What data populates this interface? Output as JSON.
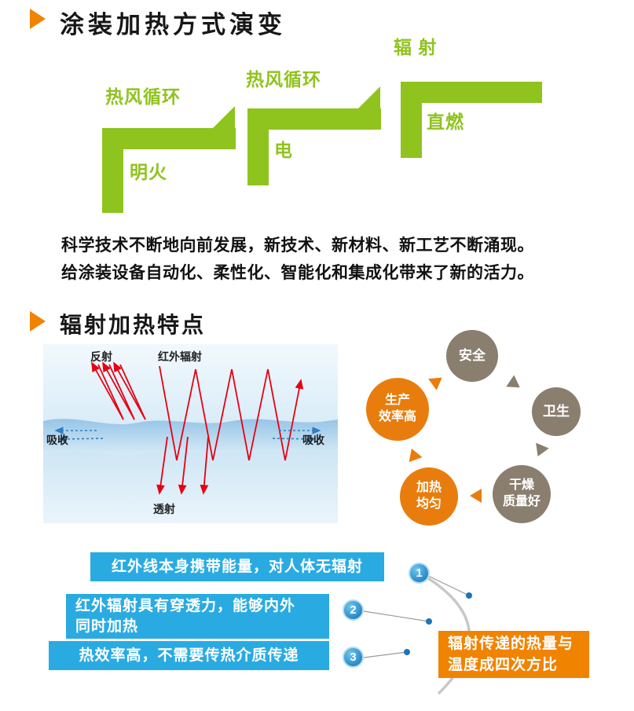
{
  "colors": {
    "step_green": "#8fc31e",
    "accent_orange": "#f08300",
    "point_blue": "#29abe2",
    "circle_brown": "#8a7e6e",
    "circle_orange": "#e87d0d"
  },
  "evolution": {
    "title": "涂装加热方式演变",
    "steps": [
      {
        "above": "热风循环",
        "label": "明火"
      },
      {
        "above": "热风循环",
        "label": "电"
      },
      {
        "above": "辐 射",
        "label": "直燃"
      }
    ],
    "paragraph": [
      "科学技术不断地向前发展，新技术、新材料、新工艺不断涌现。",
      "给涂装设备自动化、柔性化、智能化和集成化带来了新的活力。"
    ]
  },
  "radiation": {
    "title": "辐射加热特点",
    "ir_diagram": {
      "reflect": "反射",
      "infrared": "红外辐射",
      "absorb_left": "吸收",
      "absorb_right": "吸收",
      "transmit": "透射"
    },
    "cycle": [
      {
        "line1": "安全",
        "line2": ""
      },
      {
        "line1": "卫生",
        "line2": ""
      },
      {
        "line1": "干燥",
        "line2": "质量好"
      },
      {
        "line1": "加热",
        "line2": "均匀"
      },
      {
        "line1": "生产",
        "line2": "效率高"
      }
    ],
    "points": [
      {
        "num": "1",
        "line1": "红外线本身携带能量，对人体无辐射",
        "line2": ""
      },
      {
        "num": "2",
        "line1": "红外辐射具有穿透力，能够内外",
        "line2": "同时加热"
      },
      {
        "num": "3",
        "line1": "热效率高，不需要传热介质传递",
        "line2": ""
      }
    ],
    "highlight": {
      "line1": "辐射传递的热量与",
      "line2": "温度成四次方比"
    }
  }
}
